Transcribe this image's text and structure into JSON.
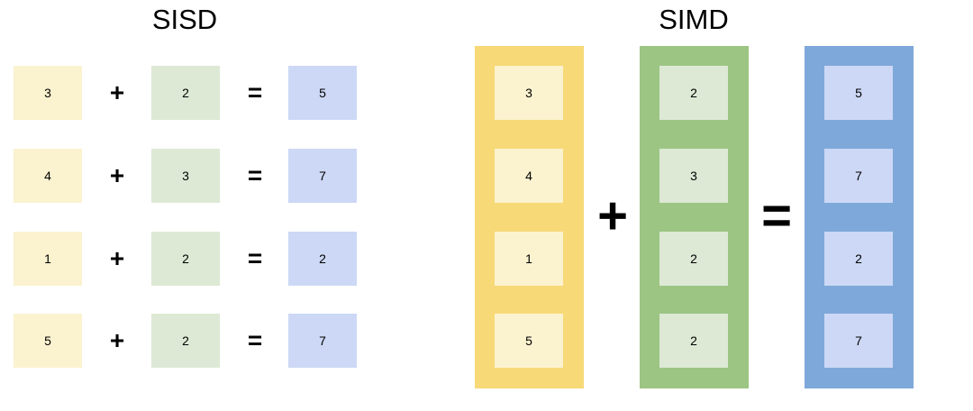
{
  "sisd": {
    "title": "SISD",
    "rows": [
      {
        "a": "3",
        "op": "+",
        "b": "2",
        "eq": "=",
        "result": "5"
      },
      {
        "a": "4",
        "op": "+",
        "b": "3",
        "eq": "=",
        "result": "7"
      },
      {
        "a": "1",
        "op": "+",
        "b": "2",
        "eq": "=",
        "result": "2"
      },
      {
        "a": "5",
        "op": "+",
        "b": "2",
        "eq": "=",
        "result": "7"
      }
    ]
  },
  "simd": {
    "title": "SIMD",
    "operand_a": [
      "3",
      "4",
      "1",
      "5"
    ],
    "operator": "+",
    "operand_b": [
      "2",
      "3",
      "2",
      "2"
    ],
    "equals": "=",
    "result": [
      "5",
      "7",
      "2",
      "7"
    ]
  },
  "colors": {
    "yellow_column": "#f7d978",
    "yellow_cell": "#fbf2cf",
    "green_column": "#9cc584",
    "green_cell": "#dde9d5",
    "blue_column": "#7ea8d9",
    "blue_cell": "#ccd8f5"
  }
}
